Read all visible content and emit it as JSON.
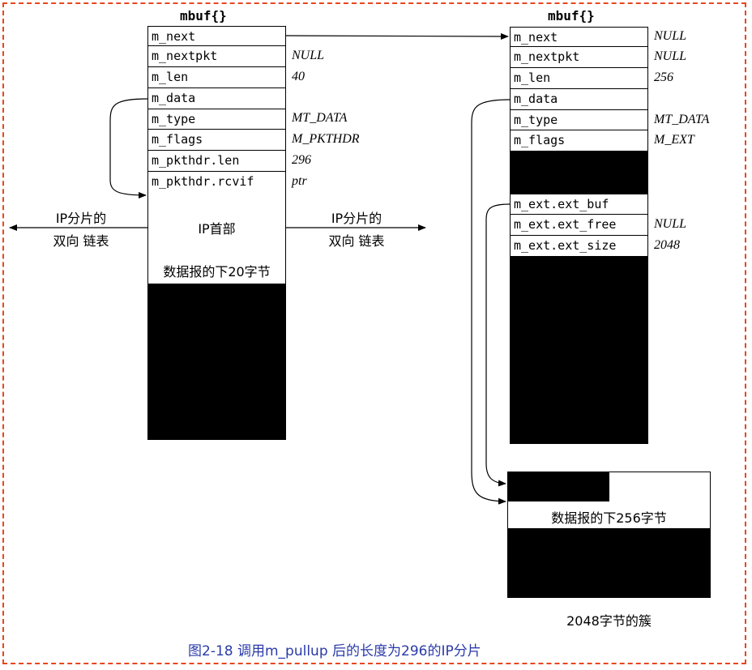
{
  "left_mbuf": {
    "title": "mbuf{}",
    "fields": [
      {
        "name": "m_next",
        "value": ""
      },
      {
        "name": "m_nextpkt",
        "value": "NULL"
      },
      {
        "name": "m_len",
        "value": "40"
      },
      {
        "name": "m_data",
        "value": ""
      },
      {
        "name": "m_type",
        "value": "MT_DATA"
      },
      {
        "name": "m_flags",
        "value": "M_PKTHDR"
      },
      {
        "name": "m_pkthdr.len",
        "value": "296"
      },
      {
        "name": "m_pkthdr.rcvif",
        "value": "ptr"
      }
    ],
    "ip_header_label": "IP首部",
    "next20_label": "数据报的下20字节"
  },
  "right_mbuf": {
    "title": "mbuf{}",
    "fields": [
      {
        "name": "m_next",
        "value": "NULL"
      },
      {
        "name": "m_nextpkt",
        "value": "NULL"
      },
      {
        "name": "m_len",
        "value": "256"
      },
      {
        "name": "m_data",
        "value": ""
      },
      {
        "name": "m_type",
        "value": "MT_DATA"
      },
      {
        "name": "m_flags",
        "value": "M_EXT"
      }
    ],
    "ext_fields": [
      {
        "name": "m_ext.ext_buf",
        "value": ""
      },
      {
        "name": "m_ext.ext_free",
        "value": "NULL"
      },
      {
        "name": "m_ext.ext_size",
        "value": "2048"
      }
    ]
  },
  "left_link": {
    "line1": "IP分片的",
    "line2": "双向  链表"
  },
  "right_link": {
    "line1": "IP分片的",
    "line2": "双向  链表"
  },
  "cluster": {
    "data_label": "数据报的下256字节",
    "caption": "2048字节的簇"
  },
  "figure_caption": "图2-18   调用m_pullup  后的长度为296的IP分片"
}
